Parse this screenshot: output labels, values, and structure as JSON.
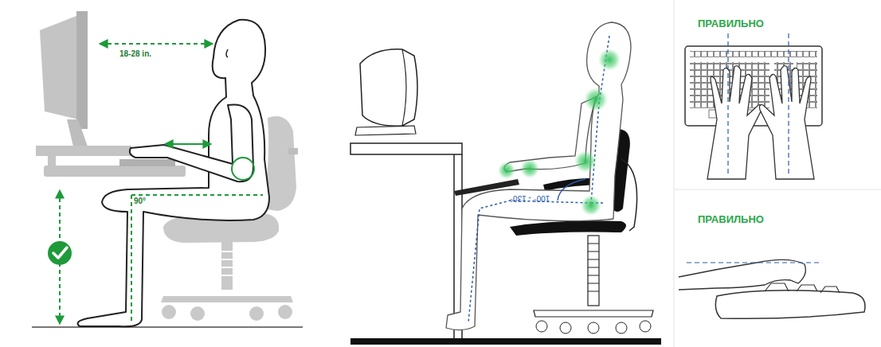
{
  "diagram": {
    "labels": [
      "18-28 in.",
      "90°",
      "100° - 130°",
      "ПРАВИЛЬНО",
      "ПРАВИЛЬНО"
    ]
  }
}
